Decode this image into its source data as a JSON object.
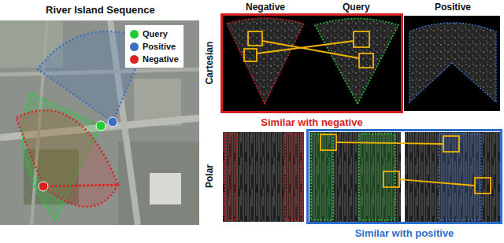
{
  "diagram": {
    "title": "River Island Sequence",
    "nodes": [
      {
        "text": [
          "Similar with negative"
        ]
      },
      {
        "text": [
          "Similar with positive"
        ]
      }
    ],
    "labels": [
      "Negative",
      "Query",
      "Positive",
      "Cartesian",
      "Polar"
    ],
    "legend": [
      {
        "text": "Query",
        "color": "#22cc33"
      },
      {
        "text": "Positive",
        "color": "#3b6fc4"
      },
      {
        "text": "Negative",
        "color": "#d82222"
      }
    ]
  }
}
